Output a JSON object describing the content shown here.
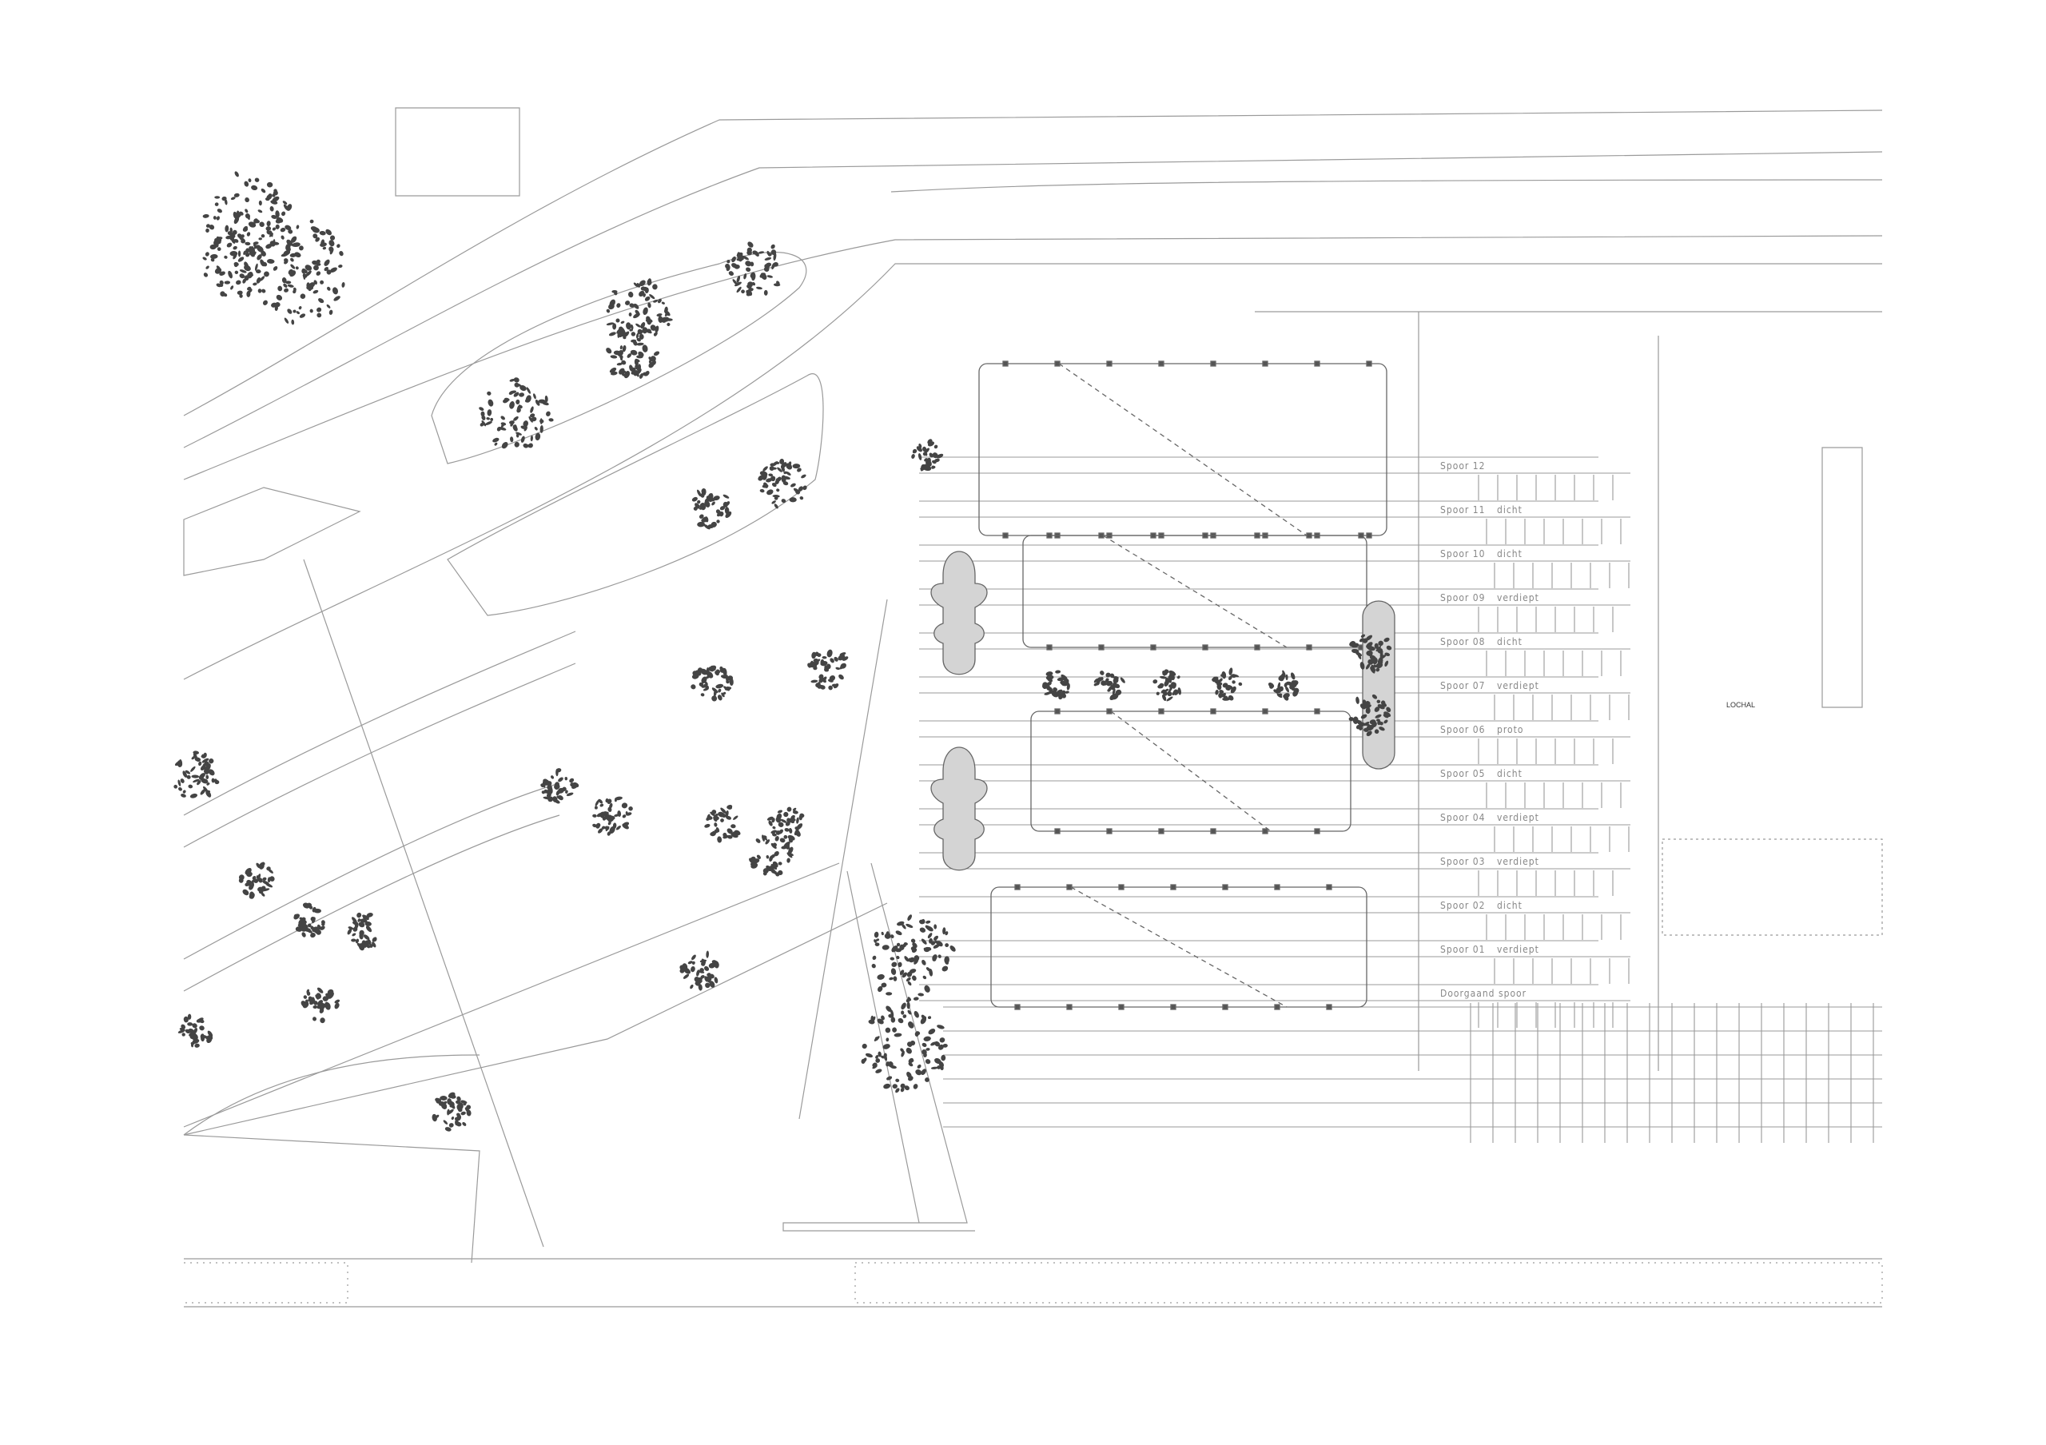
{
  "drawing": {
    "type": "site plan",
    "hall_label": "LOCHAL",
    "tracks": [
      {
        "name": "Spoor 12",
        "status": ""
      },
      {
        "name": "Spoor 11",
        "status": "dicht"
      },
      {
        "name": "Spoor 10",
        "status": "dicht"
      },
      {
        "name": "Spoor 09",
        "status": "verdiept"
      },
      {
        "name": "Spoor 08",
        "status": "dicht"
      },
      {
        "name": "Spoor 07",
        "status": "verdiept"
      },
      {
        "name": "Spoor 06",
        "status": "proto"
      },
      {
        "name": "Spoor 05",
        "status": "dicht"
      },
      {
        "name": "Spoor 04",
        "status": "verdiept"
      },
      {
        "name": "Spoor 03",
        "status": "verdiept"
      },
      {
        "name": "Spoor 02",
        "status": "dicht"
      },
      {
        "name": "Spoor 01",
        "status": "verdiept"
      },
      {
        "name": "Doorgaand spoor",
        "status": ""
      }
    ],
    "colors": {
      "line": "#9a9a9a",
      "dark": "#3a3a3a",
      "tree": "#444444",
      "fill": "#d4d4d4"
    }
  }
}
